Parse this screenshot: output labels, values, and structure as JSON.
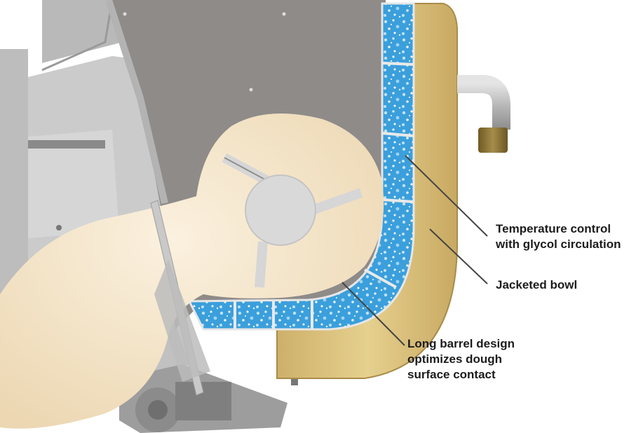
{
  "callouts": {
    "temperature": {
      "line1": "Temperature control",
      "line2": "with glycol circulation"
    },
    "jacket": {
      "line1": "Jacketed bowl"
    },
    "barrel": {
      "line1": "Long barrel design",
      "line2": "optimizes dough",
      "line3": "surface contact"
    }
  },
  "colors": {
    "frame": "#c9c9c9",
    "interior": "#8e8b89",
    "dough": "#f4e6cc",
    "glycol": "#3b9fdc",
    "jacket": "#d8c07e",
    "leader": "#444444"
  }
}
